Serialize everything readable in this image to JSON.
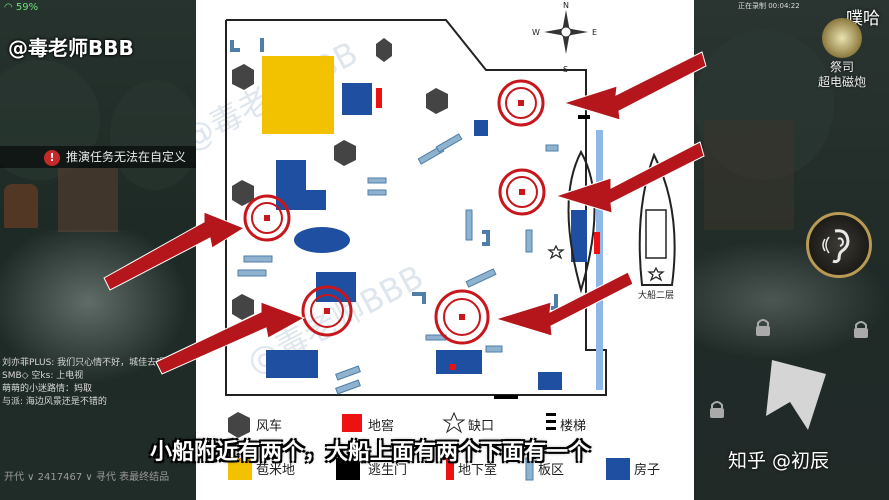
{
  "left_panel": {
    "status_text": "59%",
    "watermark": "@毒老师BBB",
    "task_banner": "推演任务无法在自定义",
    "chat_lines": [
      "刘亦菲PLUS: 我们只心情不好，城佳去喝酒",
      "SMB◇ 空ks: 上电视",
      "萌萌的小迷路情：妈取",
      "与派: 海边风景还是不错的"
    ],
    "bottom_tags": "开代 ∨ 2417467 ∨ 寻代 表最终结品"
  },
  "map": {
    "watermark": "@毒老师BBB",
    "compass": {
      "n": "N",
      "s": "S",
      "e": "E",
      "w": "W"
    },
    "big_ship_label": "大船二层",
    "legend": [
      {
        "key": "windmill",
        "label": "风车",
        "color": "#444444"
      },
      {
        "key": "cellar",
        "label": "地窖",
        "color": "#ee1111"
      },
      {
        "key": "gap",
        "label": "缺口",
        "color": "#ffffff"
      },
      {
        "key": "stairs",
        "label": "楼梯",
        "color": "#000000"
      },
      {
        "key": "cornfield",
        "label": "苞米地",
        "color": "#f2c200"
      },
      {
        "key": "exit",
        "label": "逃生门",
        "color": "#000000"
      },
      {
        "key": "basement",
        "label": "地下室",
        "color": "#ee1111"
      },
      {
        "key": "board",
        "label": "板区",
        "color": "#4f7fa8"
      },
      {
        "key": "house",
        "label": "房子",
        "color": "#1f4fa0"
      }
    ]
  },
  "right_panel": {
    "top_status": "正在录制 00:04:22",
    "corner_tag": "噗哈",
    "role_name_line1": "祭司",
    "role_name_line2": "超电磁炮"
  },
  "caption": "小船附近有两个，大船上面有两个下面有一个",
  "zhihu_watermark": "知乎 @初辰",
  "colors": {
    "house": "#1f4fa0",
    "cellar": "#ee1111",
    "cornfield": "#f2c200",
    "arrow": "#b5161b",
    "board": "#4f7fa8",
    "water": "#8fb8e6"
  }
}
